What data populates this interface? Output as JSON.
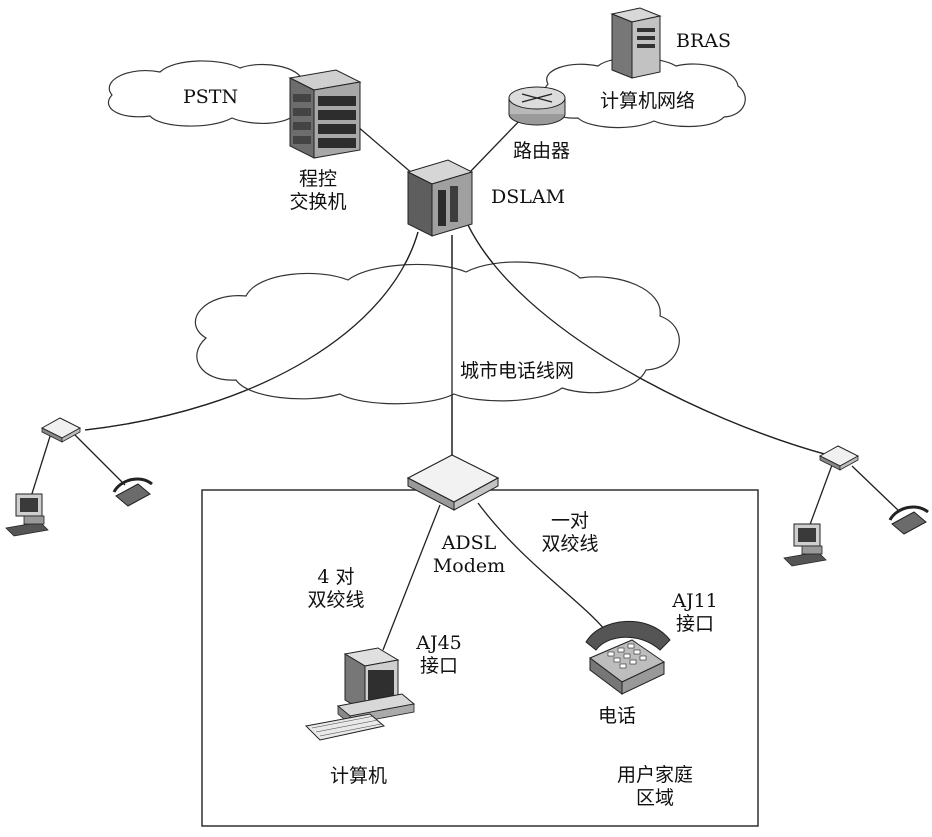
{
  "labels": {
    "pstn": "PSTN",
    "switch_line1": "程控",
    "switch_line2": "交换机",
    "dslam": "DSLAM",
    "router": "路由器",
    "bras": "BRAS",
    "computer_network": "计算机网络",
    "city_phone_network": "城市电话线网",
    "adsl_line1": "ADSL",
    "adsl_line2": "Modem",
    "four_pair_line1": "4 对",
    "four_pair_line2": "双绞线",
    "one_pair_line1": "一对",
    "one_pair_line2": "双绞线",
    "aj45_line1": "AJ45",
    "aj45_line2": "接口",
    "aj11_line1": "AJ11",
    "aj11_line2": "接口",
    "phone": "电话",
    "computer": "计算机",
    "home_line1": "用户家庭",
    "home_line2": "区域"
  },
  "colors": {
    "stroke": "#222222",
    "device_dark": "#3a3a3a",
    "device_mid": "#8a8a8a",
    "device_light": "#d9d9d9"
  }
}
